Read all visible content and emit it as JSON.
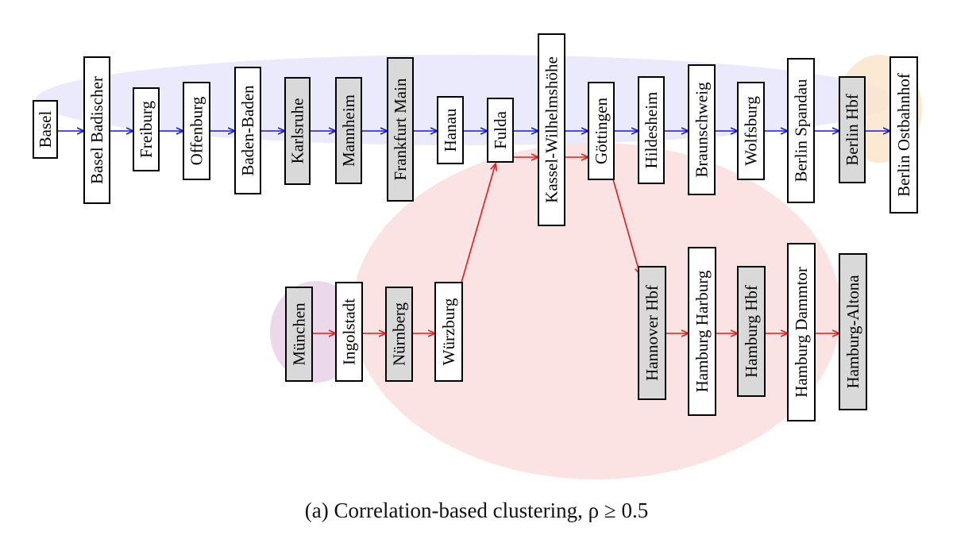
{
  "colors": {
    "blue_edge": "#1a1acc",
    "red_edge": "#e51b1b",
    "cluster_blue": "#e6e6fb",
    "cluster_red": "#fbdcdc",
    "cluster_orange": "#fbe3c8",
    "cluster_purple": "#e6cfe6",
    "node_white": "#ffffff",
    "node_gray": "#d9d9d9"
  },
  "clusters": [
    {
      "id": "blue",
      "color": "cluster_blue"
    },
    {
      "id": "red",
      "color": "cluster_red"
    },
    {
      "id": "orange",
      "color": "cluster_orange"
    },
    {
      "id": "purple",
      "color": "cluster_purple"
    }
  ],
  "nodes": {
    "basel": {
      "label": "Basel",
      "fill": "white"
    },
    "basel_badischer": {
      "label": "Basel Badischer",
      "fill": "white"
    },
    "freiburg": {
      "label": "Freiburg",
      "fill": "white"
    },
    "offenburg": {
      "label": "Offenburg",
      "fill": "white"
    },
    "baden_baden": {
      "label": "Baden-Baden",
      "fill": "white"
    },
    "karlsruhe": {
      "label": "Karlsruhe",
      "fill": "gray"
    },
    "mannheim": {
      "label": "Mannheim",
      "fill": "gray"
    },
    "frankfurt": {
      "label": "Frankfurt Main",
      "fill": "gray"
    },
    "hanau": {
      "label": "Hanau",
      "fill": "white"
    },
    "fulda": {
      "label": "Fulda",
      "fill": "white"
    },
    "kassel": {
      "label": "Kassel-Wilhelmshöhe",
      "fill": "white"
    },
    "goettingen": {
      "label": "Göttingen",
      "fill": "white"
    },
    "hildesheim": {
      "label": "Hildesheim",
      "fill": "white"
    },
    "braunschweig": {
      "label": "Braunschweig",
      "fill": "white"
    },
    "wolfsburg": {
      "label": "Wolfsburg",
      "fill": "white"
    },
    "berlin_spandau": {
      "label": "Berlin Spandau",
      "fill": "white"
    },
    "berlin_hbf": {
      "label": "Berlin Hbf",
      "fill": "gray"
    },
    "berlin_ost": {
      "label": "Berlin Ostbahnhof",
      "fill": "white"
    },
    "muenchen": {
      "label": "München",
      "fill": "gray"
    },
    "ingolstadt": {
      "label": "Ingolstadt",
      "fill": "white"
    },
    "nuernberg": {
      "label": "Nürnberg",
      "fill": "gray"
    },
    "wuerzburg": {
      "label": "Würzburg",
      "fill": "white"
    },
    "hannover": {
      "label": "Hannover Hbf",
      "fill": "gray"
    },
    "hamburg_harburg": {
      "label": "Hamburg Harburg",
      "fill": "white"
    },
    "hamburg_hbf": {
      "label": "Hamburg Hbf",
      "fill": "gray"
    },
    "hamburg_dammtor": {
      "label": "Hamburg Dammtor",
      "fill": "white"
    },
    "hamburg_altona": {
      "label": "Hamburg-Altona",
      "fill": "gray"
    }
  },
  "edges": [
    {
      "from": "basel",
      "to": "basel_badischer",
      "color": "blue_edge"
    },
    {
      "from": "basel_badischer",
      "to": "freiburg",
      "color": "blue_edge"
    },
    {
      "from": "freiburg",
      "to": "offenburg",
      "color": "blue_edge"
    },
    {
      "from": "offenburg",
      "to": "baden_baden",
      "color": "blue_edge"
    },
    {
      "from": "baden_baden",
      "to": "karlsruhe",
      "color": "blue_edge"
    },
    {
      "from": "karlsruhe",
      "to": "mannheim",
      "color": "blue_edge"
    },
    {
      "from": "mannheim",
      "to": "frankfurt",
      "color": "blue_edge"
    },
    {
      "from": "frankfurt",
      "to": "hanau",
      "color": "blue_edge"
    },
    {
      "from": "hanau",
      "to": "fulda",
      "color": "blue_edge"
    },
    {
      "from": "fulda",
      "to": "kassel",
      "color": "blue_edge"
    },
    {
      "from": "kassel",
      "to": "goettingen",
      "color": "blue_edge"
    },
    {
      "from": "goettingen",
      "to": "hildesheim",
      "color": "blue_edge"
    },
    {
      "from": "hildesheim",
      "to": "braunschweig",
      "color": "blue_edge"
    },
    {
      "from": "braunschweig",
      "to": "wolfsburg",
      "color": "blue_edge"
    },
    {
      "from": "wolfsburg",
      "to": "berlin_spandau",
      "color": "blue_edge"
    },
    {
      "from": "berlin_spandau",
      "to": "berlin_hbf",
      "color": "blue_edge"
    },
    {
      "from": "berlin_hbf",
      "to": "berlin_ost",
      "color": "blue_edge"
    },
    {
      "from": "muenchen",
      "to": "ingolstadt",
      "color": "red_edge"
    },
    {
      "from": "ingolstadt",
      "to": "nuernberg",
      "color": "red_edge"
    },
    {
      "from": "nuernberg",
      "to": "wuerzburg",
      "color": "red_edge"
    },
    {
      "from": "wuerzburg",
      "to": "fulda",
      "color": "red_edge"
    },
    {
      "from": "fulda",
      "to": "kassel",
      "color": "red_edge"
    },
    {
      "from": "kassel",
      "to": "goettingen",
      "color": "red_edge"
    },
    {
      "from": "goettingen",
      "to": "hannover",
      "color": "red_edge"
    },
    {
      "from": "hannover",
      "to": "hamburg_harburg",
      "color": "red_edge"
    },
    {
      "from": "hamburg_harburg",
      "to": "hamburg_hbf",
      "color": "red_edge"
    },
    {
      "from": "hamburg_hbf",
      "to": "hamburg_dammtor",
      "color": "red_edge"
    },
    {
      "from": "hamburg_dammtor",
      "to": "hamburg_altona",
      "color": "red_edge"
    }
  ],
  "caption": "(a) Correlation-based clustering, ρ ≥ 0.5"
}
